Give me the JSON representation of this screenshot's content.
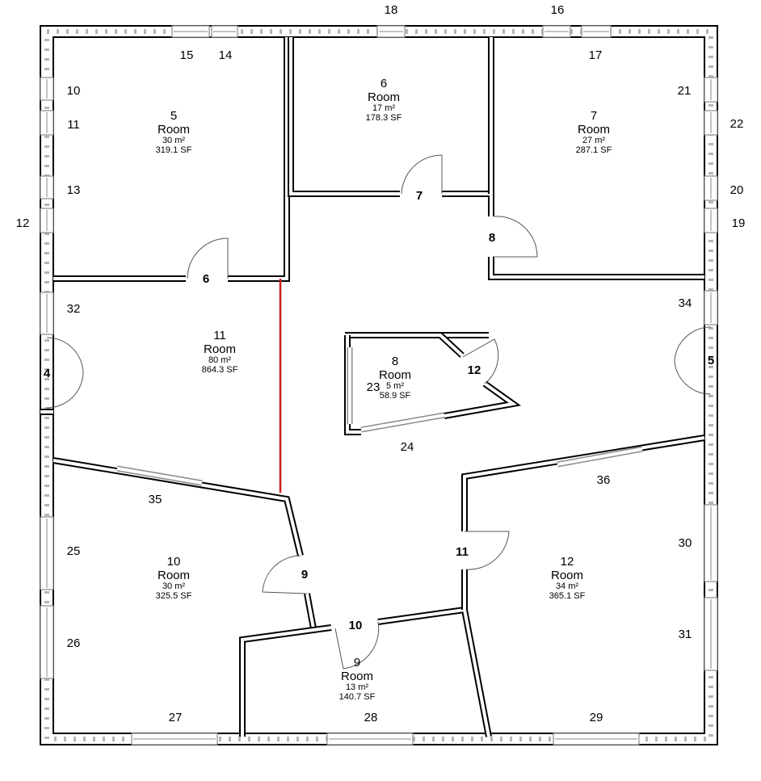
{
  "rooms": [
    {
      "number": "5",
      "name": "Room",
      "area_m2": "30 m²",
      "area_sf": "319.1 SF"
    },
    {
      "number": "6",
      "name": "Room",
      "area_m2": "17 m²",
      "area_sf": "178.3 SF"
    },
    {
      "number": "7",
      "name": "Room",
      "area_m2": "27 m²",
      "area_sf": "287.1 SF"
    },
    {
      "number": "11",
      "name": "Room",
      "area_m2": "80 m²",
      "area_sf": "864.3 SF"
    },
    {
      "number": "8",
      "name": "Room",
      "area_m2": "5 m²",
      "area_sf": "58.9 SF"
    },
    {
      "number": "10",
      "name": "Room",
      "area_m2": "30 m²",
      "area_sf": "325.5 SF"
    },
    {
      "number": "12",
      "name": "Room",
      "area_m2": "34 m²",
      "area_sf": "365.1 SF"
    },
    {
      "number": "9",
      "name": "Room",
      "area_m2": "13 m²",
      "area_sf": "140.7 SF"
    }
  ],
  "window_tags": [
    "18",
    "16",
    "15",
    "14",
    "17",
    "10",
    "11",
    "13",
    "12",
    "21",
    "22",
    "20",
    "19",
    "32",
    "34",
    "23",
    "24",
    "35",
    "36",
    "25",
    "26",
    "30",
    "31",
    "27",
    "28",
    "29"
  ],
  "door_tags": [
    "6",
    "7",
    "8",
    "4",
    "5",
    "12",
    "9",
    "10",
    "11"
  ],
  "colors": {
    "wall": "#000000",
    "hatch": "#9a9a9a",
    "window": "#8a8a8a",
    "highlight_line": "#cc1f1f"
  }
}
